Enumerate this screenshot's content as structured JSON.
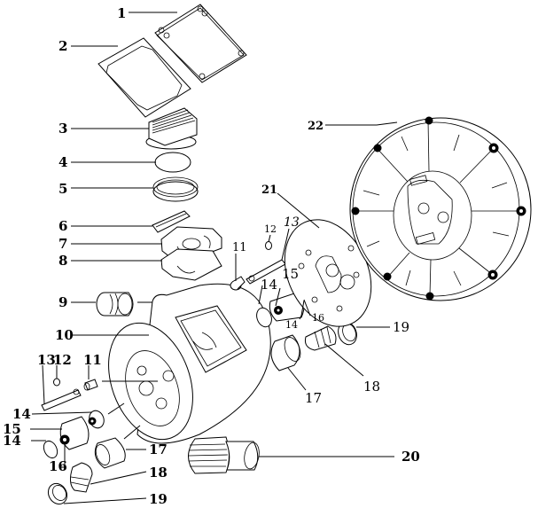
{
  "diagram": {
    "type": "exploded-view parts diagram",
    "subject": "pump / compressor assembly",
    "callouts": [
      {
        "id": "c1",
        "label": "1"
      },
      {
        "id": "c2",
        "label": "2"
      },
      {
        "id": "c3",
        "label": "3"
      },
      {
        "id": "c4",
        "label": "4"
      },
      {
        "id": "c5",
        "label": "5"
      },
      {
        "id": "c6",
        "label": "6"
      },
      {
        "id": "c7",
        "label": "7"
      },
      {
        "id": "c8",
        "label": "8"
      },
      {
        "id": "c9",
        "label": "9"
      },
      {
        "id": "c10",
        "label": "10"
      },
      {
        "id": "c11a",
        "label": "11"
      },
      {
        "id": "c12a",
        "label": "12"
      },
      {
        "id": "c13a",
        "label": "13"
      },
      {
        "id": "c14a",
        "label": "14"
      },
      {
        "id": "c15a",
        "label": "15"
      },
      {
        "id": "c14b",
        "label": "14"
      },
      {
        "id": "c16a",
        "label": "16"
      },
      {
        "id": "c17a",
        "label": "17"
      },
      {
        "id": "c18a",
        "label": "18"
      },
      {
        "id": "c19a",
        "label": "19"
      },
      {
        "id": "c20",
        "label": "20"
      },
      {
        "id": "c21",
        "label": "21"
      },
      {
        "id": "c22",
        "label": "22"
      },
      {
        "id": "c11b",
        "label": "11"
      },
      {
        "id": "c12b",
        "label": "12"
      },
      {
        "id": "c13b",
        "label": "13"
      },
      {
        "id": "c14c",
        "label": "14"
      },
      {
        "id": "c15b",
        "label": "15"
      },
      {
        "id": "c14d",
        "label": "14"
      },
      {
        "id": "c16b",
        "label": "16"
      },
      {
        "id": "c17b",
        "label": "17"
      },
      {
        "id": "c18b",
        "label": "18"
      },
      {
        "id": "c19b",
        "label": "19"
      }
    ]
  }
}
